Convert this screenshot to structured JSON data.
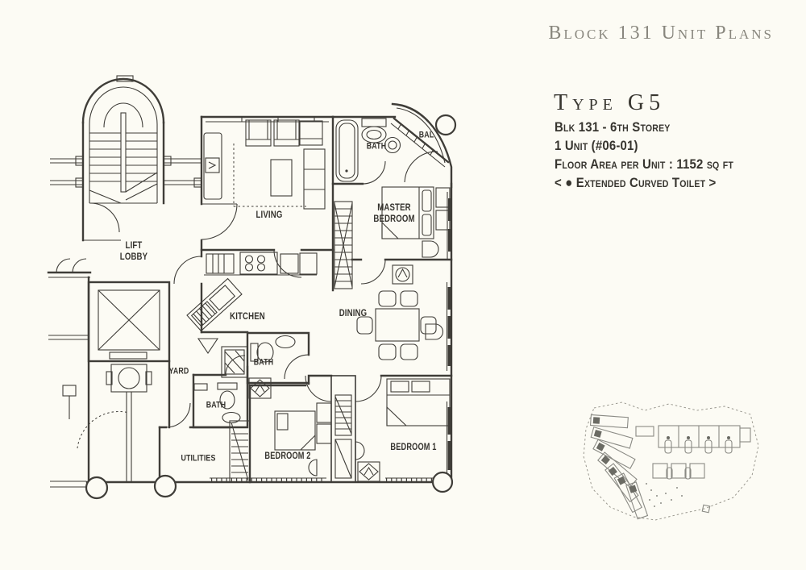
{
  "header": {
    "title": "Block 131 Unit Plans"
  },
  "unit_info": {
    "type_label": "Type G5",
    "block_storey": "Blk 131 - 6th Storey",
    "unit_count": "1 Unit (#06-01)",
    "floor_area": "Floor Area per Unit : 1152 sq ft",
    "note": "< ● Extended Curved Toilet >"
  },
  "floor_plan": {
    "rooms": [
      {
        "label": "LIVING"
      },
      {
        "label": "BATH"
      },
      {
        "label": "BAL"
      },
      {
        "label": "MASTER\nBEDROOM"
      },
      {
        "label": "LIFT\nLOBBY"
      },
      {
        "label": "KITCHEN"
      },
      {
        "label": "DINING"
      },
      {
        "label": "BATH"
      },
      {
        "label": "YARD"
      },
      {
        "label": "BATH"
      },
      {
        "label": "UTILITIES"
      },
      {
        "label": "BEDROOM 2"
      },
      {
        "label": "BEDROOM 1"
      }
    ]
  },
  "colors": {
    "ink": "#3f3d38",
    "title_gray": "#88867d",
    "background": "#fcfbf4",
    "keymap_gray": "#8a8a84"
  }
}
